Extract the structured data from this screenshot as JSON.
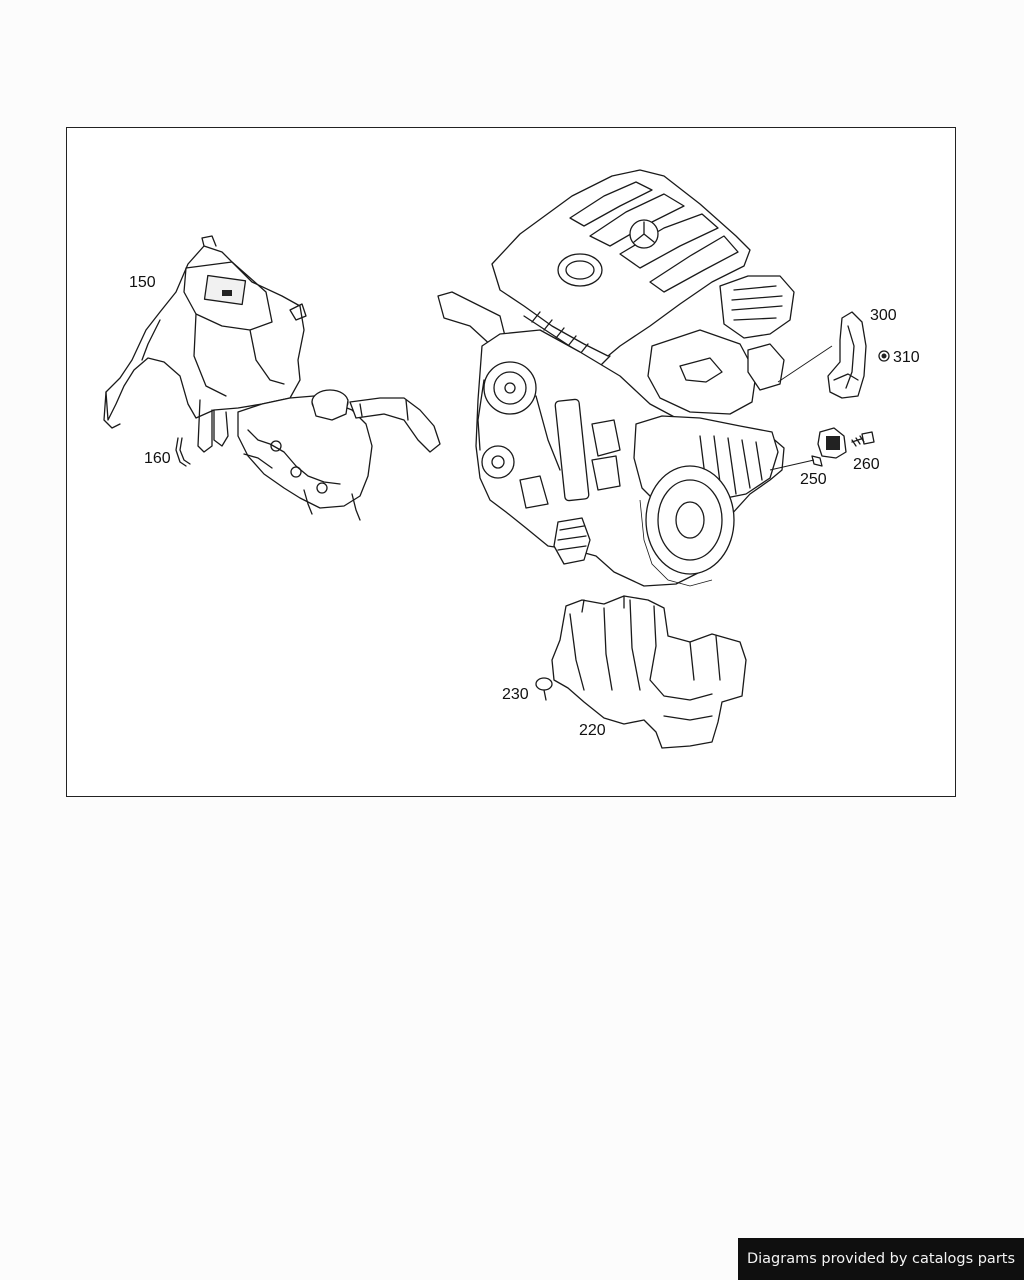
{
  "diagram": {
    "part_labels": {
      "p150": "150",
      "p160": "160",
      "p220": "220",
      "p230": "230",
      "p250": "250",
      "p260": "260",
      "p300": "300",
      "p310": "310"
    }
  },
  "footer": {
    "credit": "Diagrams provided by catalogs parts"
  }
}
